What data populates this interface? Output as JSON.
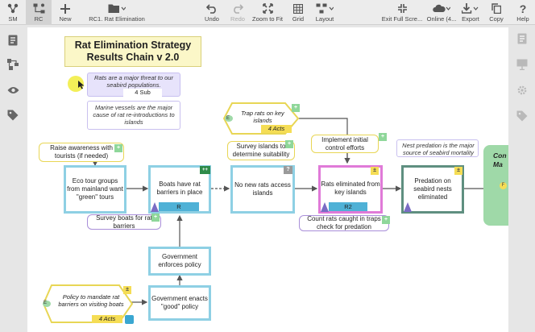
{
  "toolbar": {
    "sm": "SM",
    "rc": "RC",
    "new": "New",
    "doc": "RC1. Rat Elimination",
    "undo": "Undo",
    "redo": "Redo",
    "zoom": "Zoom to Fit",
    "grid": "Grid",
    "layout": "Layout",
    "exit": "Exit Full Scre...",
    "online": "Online (4...",
    "export": "Export",
    "copy": "Copy",
    "help": "Help"
  },
  "diagram": {
    "title": "Rat Elimination Strategy\nResults Chain v 2.0",
    "threat_note": "Rats are a major threat to our seabird populations.",
    "threat_sub": "4 Sub",
    "marine_note": "Marine vessels are the major cause of rat re-introductions to islands",
    "nest_note": "Nest predation is the major source of seabird mortality",
    "raise": "Raise awareness with tourists (if needed)",
    "eco": "Eco tour groups from mainland want \"green\" tours",
    "boats": "Boats have rat barriers in place",
    "boats_tag": "R",
    "boats_badge": "++",
    "survey_boats": "Survey boats for rat barriers",
    "gov_enforce": "Government enforces policy",
    "gov_enact": "Government enacts \"good\" policy",
    "policy": "Policy to mandate rat barriers on visiting boats",
    "policy_acts": "4 Acts",
    "trap": "Trap rats on key islands",
    "trap_acts": "4 Acts",
    "survey_islands": "Survey islands to determine suitability",
    "no_new": "No new rats access islands",
    "no_new_badge": "?",
    "implement": "Implement initial control efforts",
    "eliminated": "Rats eliminated from key islands",
    "eliminated_tag": "R2",
    "count": "Count rats caught in traps check for predation",
    "predation": "Predation on seabird nests eliminated",
    "conservation": "Con\nMa",
    "colors": {
      "result": "#8ed0e4",
      "intermediate": "#e07ad8",
      "threat": "#5f8f80",
      "strategy": "#e8d655",
      "target": "#9fd9a8"
    }
  }
}
